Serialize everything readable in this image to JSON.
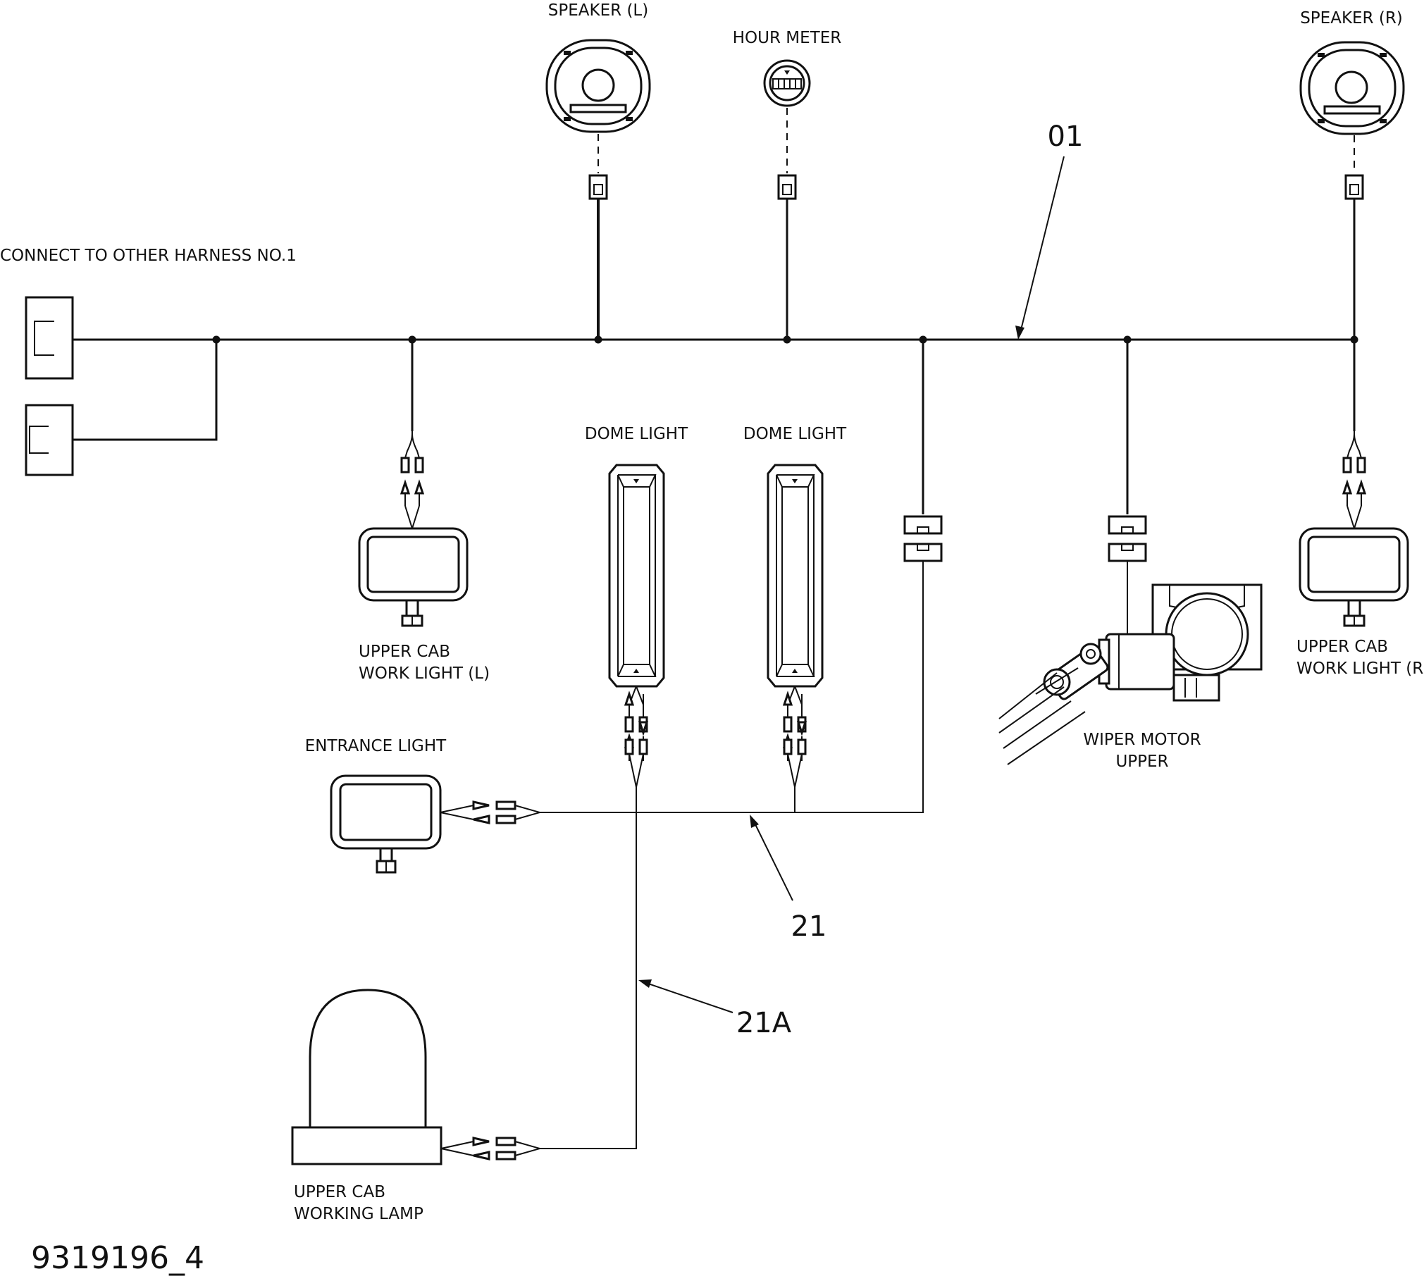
{
  "labels": {
    "connect_harness": "CONNECT TO OTHER HARNESS NO.1",
    "speaker_left": "SPEAKER (L)",
    "hour_meter": "HOUR METER",
    "speaker_right": "SPEAKER (R)",
    "dome_light_1": "DOME LIGHT",
    "dome_light_2": "DOME LIGHT",
    "work_light_left_line1": "UPPER CAB",
    "work_light_left_line2": "WORK LIGHT (L)",
    "work_light_right_line1": "UPPER CAB",
    "work_light_right_line2": "WORK LIGHT (R)",
    "wiper_line1": "WIPER MOTOR",
    "wiper_line2": "UPPER",
    "entrance_light": "ENTRANCE LIGHT",
    "working_lamp_line1": "UPPER CAB",
    "working_lamp_line2": "WORKING LAMP"
  },
  "callouts": {
    "harness_01": "01",
    "harness_21": "21",
    "harness_21a": "21A"
  },
  "document_number": "9319196_4"
}
